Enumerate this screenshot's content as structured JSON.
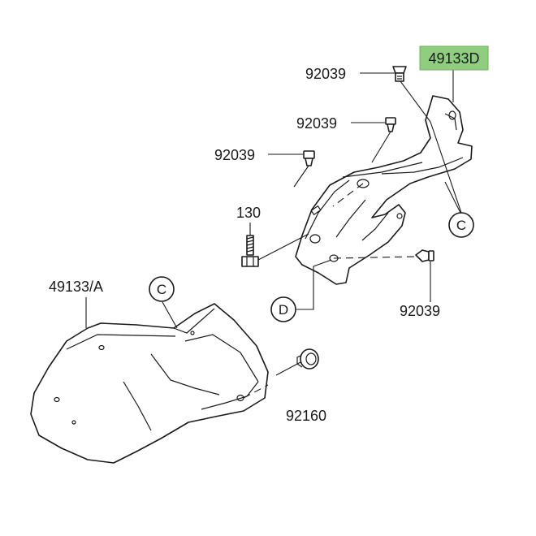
{
  "parts": {
    "highlighted": "49133D",
    "bracket_clip_top": "92039",
    "bracket_clip_upper": "92039",
    "bracket_clip_left": "92039",
    "bracket_clip_right": "92039",
    "bolt": "130",
    "cover": "49133/A",
    "grommet": "92160"
  },
  "callouts": {
    "c_bracket": "C",
    "c_cover": "C",
    "d_bracket": "D"
  },
  "colors": {
    "highlight": "#8fce7f",
    "line": "#1a1a1a"
  }
}
